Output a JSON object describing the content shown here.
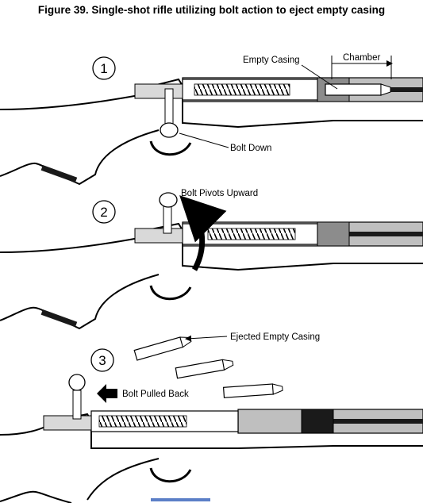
{
  "title": "Figure 39. Single-shot rifle utilizing bolt action to eject empty casing",
  "steps": [
    {
      "number": "1",
      "labels": {
        "empty_casing": "Empty Casing",
        "chamber": "Chamber",
        "bolt_down": "Bolt Down"
      }
    },
    {
      "number": "2",
      "labels": {
        "bolt_pivots": "Bolt Pivots Upward"
      }
    },
    {
      "number": "3",
      "labels": {
        "ejected": "Ejected Empty Casing",
        "bolt_pulled": "Bolt Pulled Back"
      }
    }
  ],
  "colors": {
    "stroke": "#000000",
    "fill_gray": "#bfbfbf",
    "fill_dark": "#1a1a1a",
    "accent_bar": "#5b7fc7"
  }
}
